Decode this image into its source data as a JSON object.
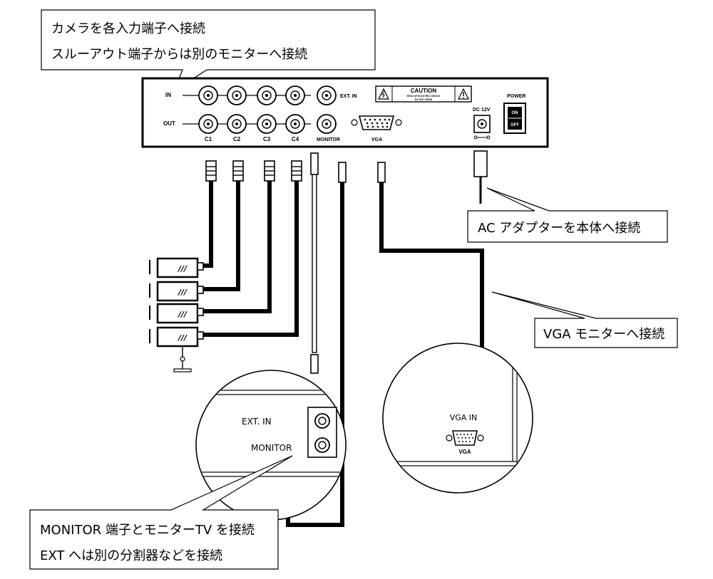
{
  "callouts": {
    "top_line1": "カメラを各入力端子へ接続",
    "top_line2": "スルーアウト端子からは別のモニターへ接続",
    "ac_adapter": "AC アダプターを本体へ接続",
    "vga_monitor": "VGA モニターへ接続",
    "bottom_line1": "MONITOR 端子とモニターTV を接続",
    "bottom_line2": "EXT へは別の分割器などを接続"
  },
  "device": {
    "in_label": "IN",
    "out_label": "OUT",
    "ext_in_label": "EXT. IN",
    "monitor_label": "MONITOR",
    "vga_label": "VGA",
    "caution_title": "CAUTION",
    "caution_line1": "RISK OF ELECTRIC SHOCK",
    "caution_line2": "DO NOT OPEN",
    "dc_label": "DC 12V",
    "power_label": "POWER",
    "switch_on": "ON",
    "switch_off": "OFF",
    "channels": [
      "C1",
      "C2",
      "C3",
      "C4"
    ]
  },
  "zoom_left": {
    "ext_in_label": "EXT. IN",
    "monitor_label": "MONITOR"
  },
  "zoom_right": {
    "vga_in_label": "VGA IN",
    "vga_label": "VGA"
  },
  "icons": [
    "bnc-connector-icon",
    "vga-port-icon",
    "camera-icon",
    "power-switch-icon",
    "warning-icon",
    "dc-jack-icon"
  ]
}
